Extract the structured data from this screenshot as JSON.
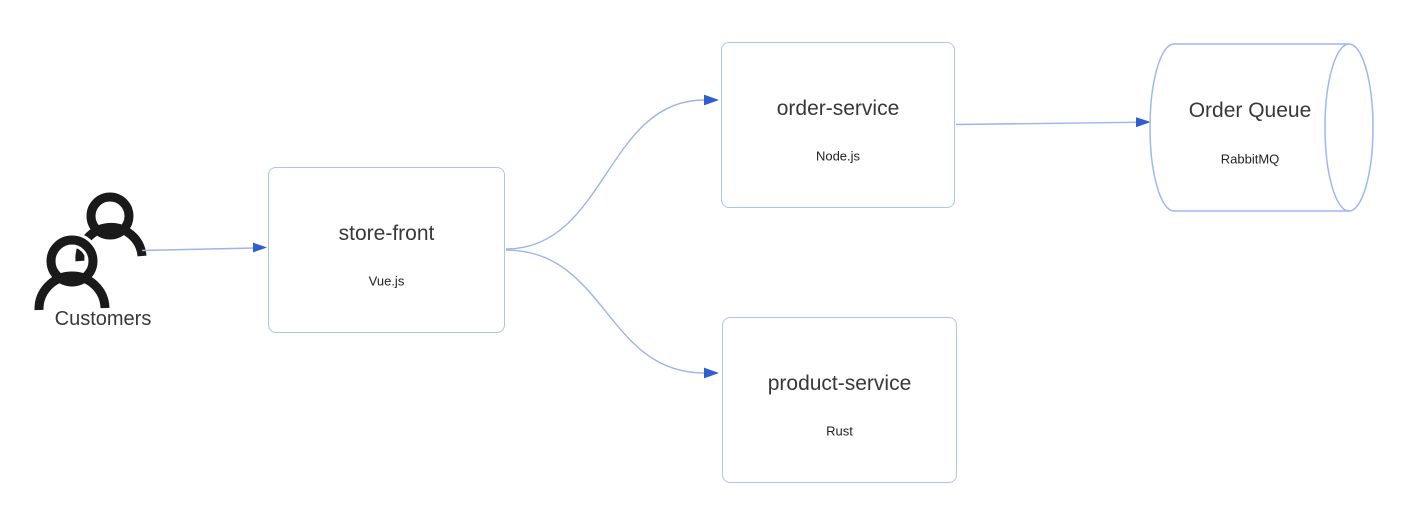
{
  "diagram_type": "architecture-flow",
  "colors": {
    "background": "#ffffff",
    "node_border": "#abc5f2",
    "cylinder_border": "#9bb9f0",
    "edge_line": "#9db4ea",
    "arrow_head": "#2f5ece",
    "icon": "#1a1a1a",
    "title_text": "#383838",
    "subtitle_text": "#222222"
  },
  "nodes": {
    "customers": {
      "label": "Customers",
      "icon": "two-people-icon"
    },
    "store_front": {
      "title": "store-front",
      "subtitle": "Vue.js"
    },
    "order_service": {
      "title": "order-service",
      "subtitle": "Node.js"
    },
    "product_service": {
      "title": "product-service",
      "subtitle": "Rust"
    },
    "order_queue": {
      "title": "Order Queue",
      "subtitle": "RabbitMQ",
      "shape": "cylinder"
    }
  },
  "edges": [
    {
      "from": "customers",
      "to": "store-front"
    },
    {
      "from": "store-front",
      "to": "order-service"
    },
    {
      "from": "store-front",
      "to": "product-service"
    },
    {
      "from": "order-service",
      "to": "order-queue"
    }
  ]
}
